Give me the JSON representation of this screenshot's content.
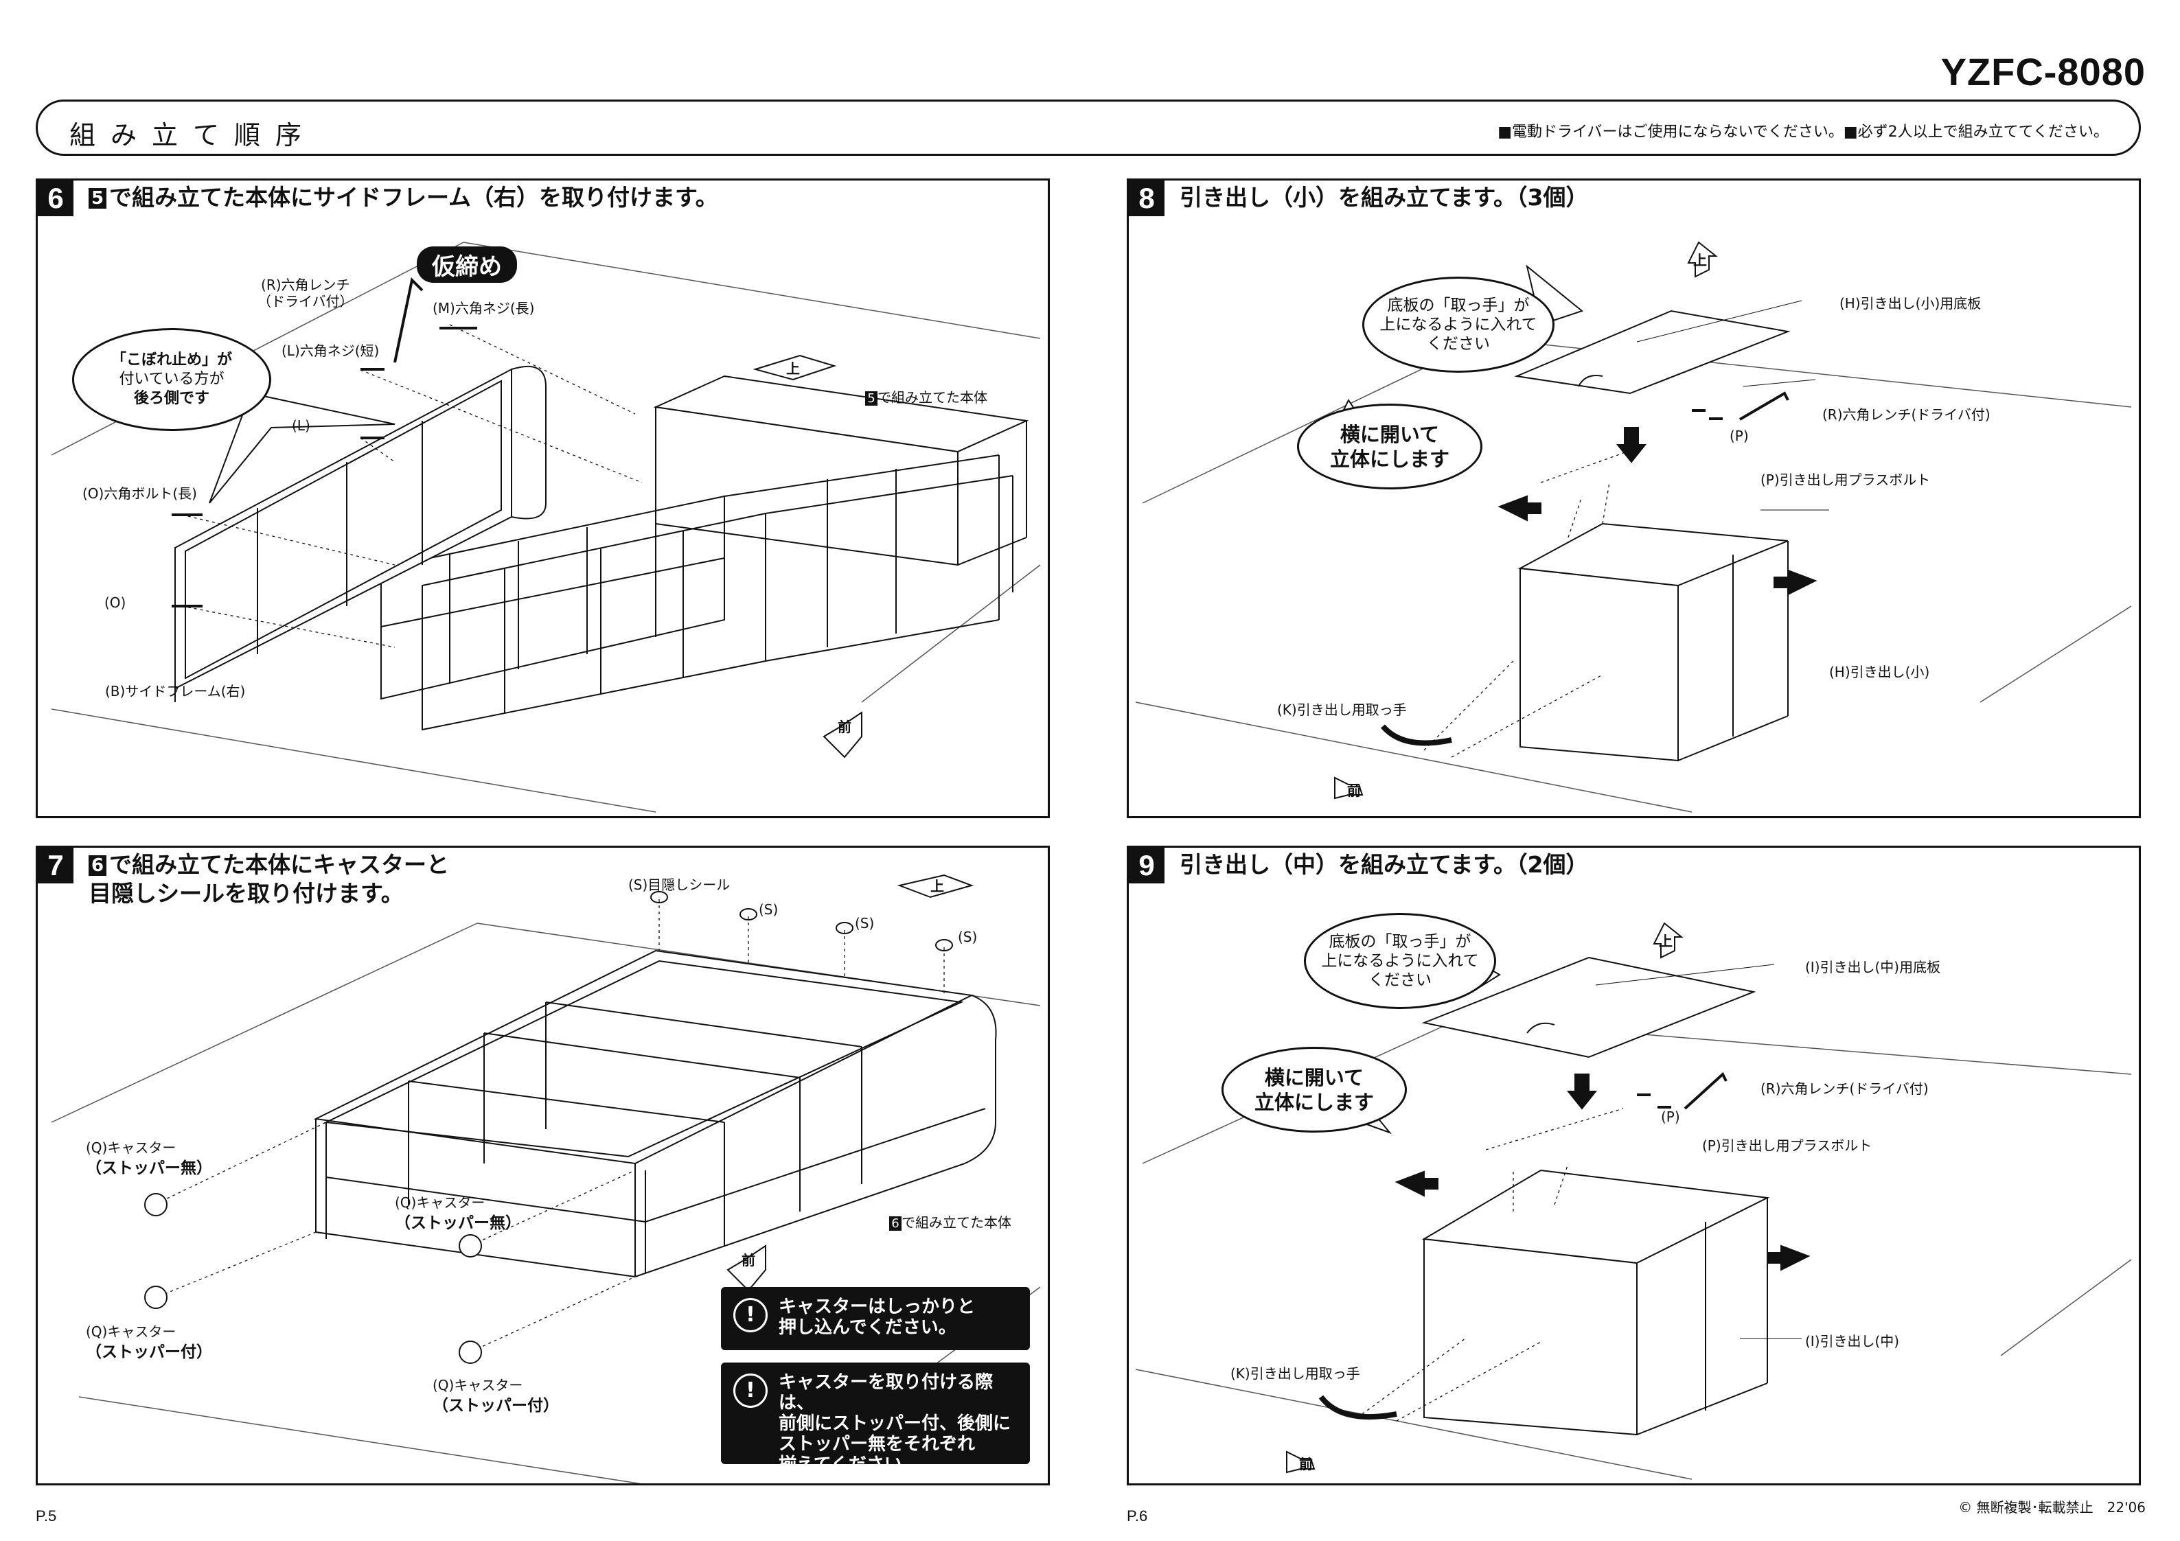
{
  "header": {
    "model": "YZFC-8080",
    "title": "組み立て順序",
    "note": "■電動ドライバーはご使用にならないでください。■必ず2人以上で組み立ててください。"
  },
  "step6": {
    "num": "6",
    "ref": "5",
    "title": "で組み立てた本体にサイドフレーム（右）を取り付けます。",
    "tag": "仮締め",
    "labels": {
      "r": "(R)六角レンチ",
      "r2": "（ドライバ付）",
      "m": "(M)六角ネジ(長)",
      "l_short": "(L)六角ネジ(短)",
      "l": "(L)",
      "o_long": "(O)六角ボルト(長)",
      "o": "(O)",
      "b": "(B)サイドフレーム(右)",
      "body_num": "5",
      "body": "で組み立てた本体"
    },
    "bubble": [
      "「こぼれ止め」が",
      "付いている方が",
      "後ろ側です"
    ],
    "dir_up": "上",
    "dir_front": "前"
  },
  "step7": {
    "num": "7",
    "ref": "6",
    "title1": "で組み立てた本体にキャスターと",
    "title2": "目隠しシールを取り付けます。",
    "labels": {
      "s_main": "(S)目隠しシール",
      "s": "(S)",
      "q1a": "(Q)キャスター",
      "q1b": "（ストッパー無）",
      "q2a": "(Q)キャスター",
      "q2b": "（ストッパー無）",
      "q3a": "(Q)キャスター",
      "q3b": "（ストッパー付）",
      "q4a": "(Q)キャスター",
      "q4b": "（ストッパー付）",
      "body_num": "6",
      "body": "で組み立てた本体"
    },
    "warn1": [
      "キャスターはしっかりと",
      "押し込んでください。"
    ],
    "warn2": [
      "キャスターを取り付ける際は、",
      "前側にストッパー付、後側に",
      "ストッパー無をそれぞれ",
      "揃えてください。"
    ],
    "dir_up": "上",
    "dir_front": "前"
  },
  "step8": {
    "num": "8",
    "title": "引き出し（小）を組み立てます。（3個）",
    "bubble1": [
      "底板の「取っ手」が",
      "上になるように入れて",
      "ください"
    ],
    "bubble2": [
      "横に開いて",
      "立体にします"
    ],
    "labels": {
      "h_base": "(H)引き出し(小)用底板",
      "r": "(R)六角レンチ(ドライバ付)",
      "p": "(P)",
      "p_bolt": "(P)引き出し用プラスボルト",
      "h": "(H)引き出し(小)",
      "k": "(K)引き出し用取っ手"
    },
    "dir_up": "上",
    "dir_front": "前"
  },
  "step9": {
    "num": "9",
    "title": "引き出し（中）を組み立てます。（2個）",
    "bubble1": [
      "底板の「取っ手」が",
      "上になるように入れて",
      "ください"
    ],
    "bubble2": [
      "横に開いて",
      "立体にします"
    ],
    "labels": {
      "i_base": "(I)引き出し(中)用底板",
      "r": "(R)六角レンチ(ドライバ付)",
      "p": "(P)",
      "p_bolt": "(P)引き出し用プラスボルト",
      "i": "(I)引き出し(中)",
      "k": "(K)引き出し用取っ手"
    },
    "dir_up": "上",
    "dir_front": "前"
  },
  "footer": {
    "page_left": "P.5",
    "page_right": "P.6",
    "copyright": "© 無断複製･転載禁止　22'06"
  }
}
